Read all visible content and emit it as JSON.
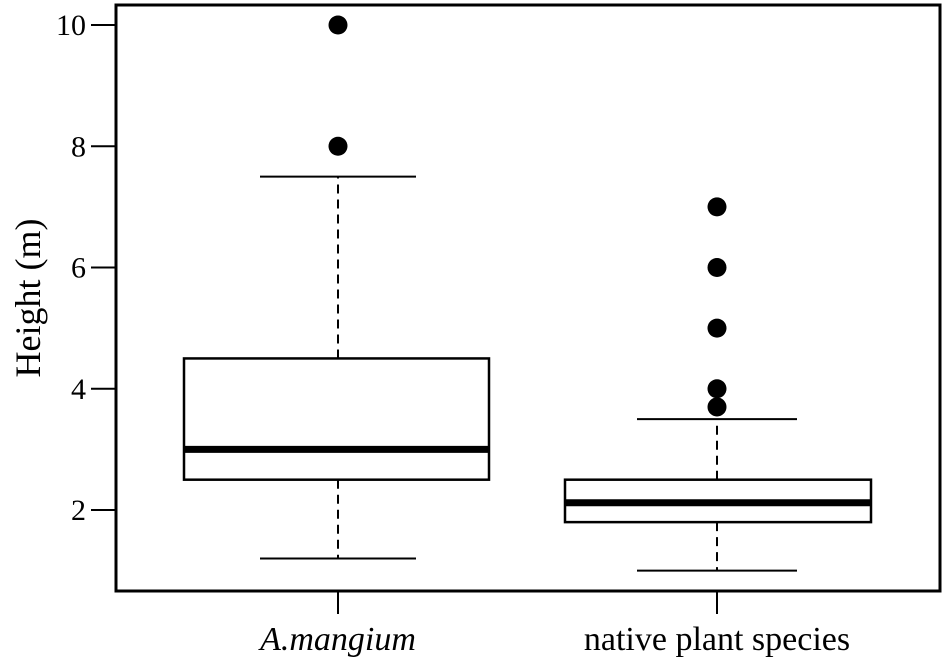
{
  "chart_data": {
    "type": "box",
    "title": "",
    "xlabel": "",
    "ylabel": "Height (m)",
    "ylim": [
      0.6,
      10.3
    ],
    "yticks": [
      2,
      4,
      6,
      8,
      10
    ],
    "ytick_labels": [
      "2",
      "4",
      "6",
      "8",
      "10"
    ],
    "grid": false,
    "legend": null,
    "categories": [
      "A.mangium",
      "native plant species"
    ],
    "series": [
      {
        "name": "A.mangium",
        "label_style": "italic",
        "whisker_low": 1.2,
        "q1": 2.5,
        "median": 3.0,
        "q3": 4.5,
        "whisker_high": 7.5,
        "outliers": [
          8,
          10
        ]
      },
      {
        "name": "native plant species",
        "label_style": "normal",
        "whisker_low": 1.0,
        "q1": 1.8,
        "median": 2.12,
        "q3": 2.5,
        "whisker_high": 3.5,
        "outliers": [
          3.7,
          4,
          5,
          6,
          7
        ]
      }
    ],
    "colors": {
      "stroke": "#000000",
      "fill": "#ffffff",
      "outlier": "#000000"
    }
  }
}
